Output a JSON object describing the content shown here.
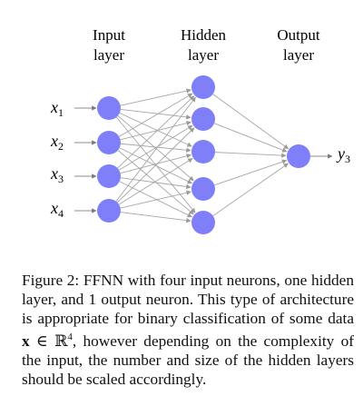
{
  "diagram": {
    "layer_titles": [
      {
        "line1": "Input",
        "line2": "layer"
      },
      {
        "line1": "Hidden",
        "line2": "layer"
      },
      {
        "line1": "Output",
        "line2": "layer"
      }
    ],
    "layer_sizes": [
      4,
      5,
      1
    ],
    "inputs": [
      {
        "var": "x",
        "sub": "1"
      },
      {
        "var": "x",
        "sub": "2"
      },
      {
        "var": "x",
        "sub": "3"
      },
      {
        "var": "x",
        "sub": "4"
      }
    ],
    "output": {
      "var": "y",
      "sub": "3"
    },
    "colors": {
      "neuron": "#7f7ffa",
      "edge": "#a6a6a6",
      "arrow": "#8c8c8c"
    }
  },
  "caption": {
    "label": "Figure 2:",
    "text_before": " FFNN with four input neurons, one hidden layer, and 1 output neuron. This type of architecture is appropriate for binary classification of some data ",
    "bold_var": "x",
    "set_symbol": " ∈ ℝ",
    "set_exp": "4",
    "text_after": ", however depending on the complexity of the input, the number and size of the hidden layers should be scaled accordingly."
  }
}
